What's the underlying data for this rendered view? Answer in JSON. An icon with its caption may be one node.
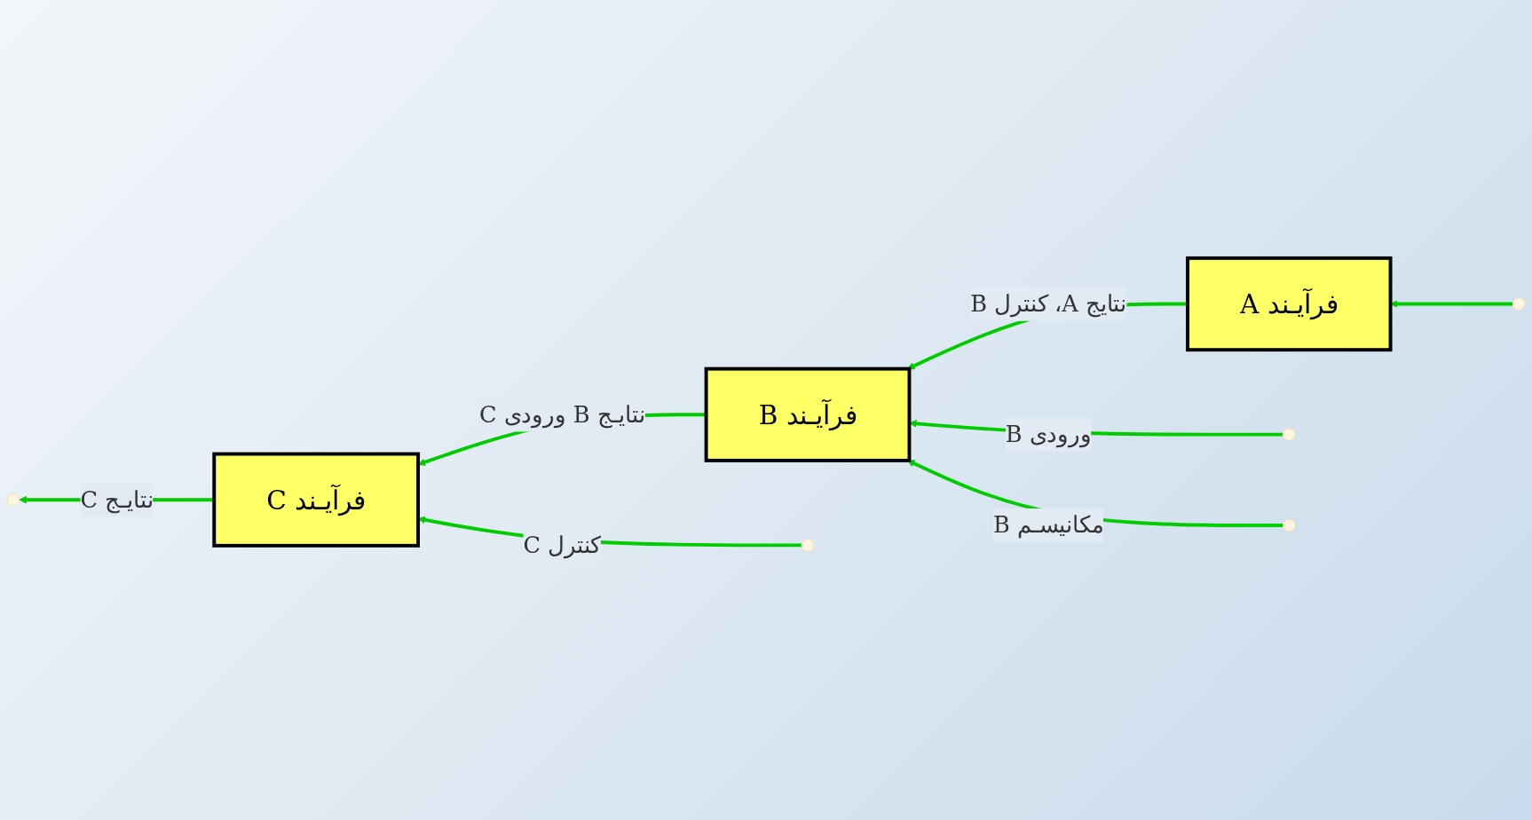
{
  "diagram": {
    "nodes": [
      {
        "text": [
          "فرآیـند A"
        ]
      },
      {
        "text": [
          "فرآیـند B"
        ]
      },
      {
        "text": [
          "فرآیـند C"
        ]
      }
    ],
    "edges": [
      {
        "from": null,
        "to": 0,
        "arrow": "to"
      },
      {
        "from": 0,
        "to": 1,
        "arrow": "to",
        "label": "نتایج A، کنترل B"
      },
      {
        "from": null,
        "to": 1,
        "arrow": "to",
        "label": "ورودی B"
      },
      {
        "from": 1,
        "to": 2,
        "arrow": "to",
        "label": "نتایـج B ورودی C"
      },
      {
        "from": 2,
        "to": null,
        "arrow": "to",
        "label": "نتایـج C"
      },
      {
        "from": null,
        "to": 2,
        "arrow": "to",
        "label": "کنترل C"
      },
      {
        "from": null,
        "to": 1,
        "arrow": "to",
        "label": "مکانیسـم B"
      }
    ]
  }
}
